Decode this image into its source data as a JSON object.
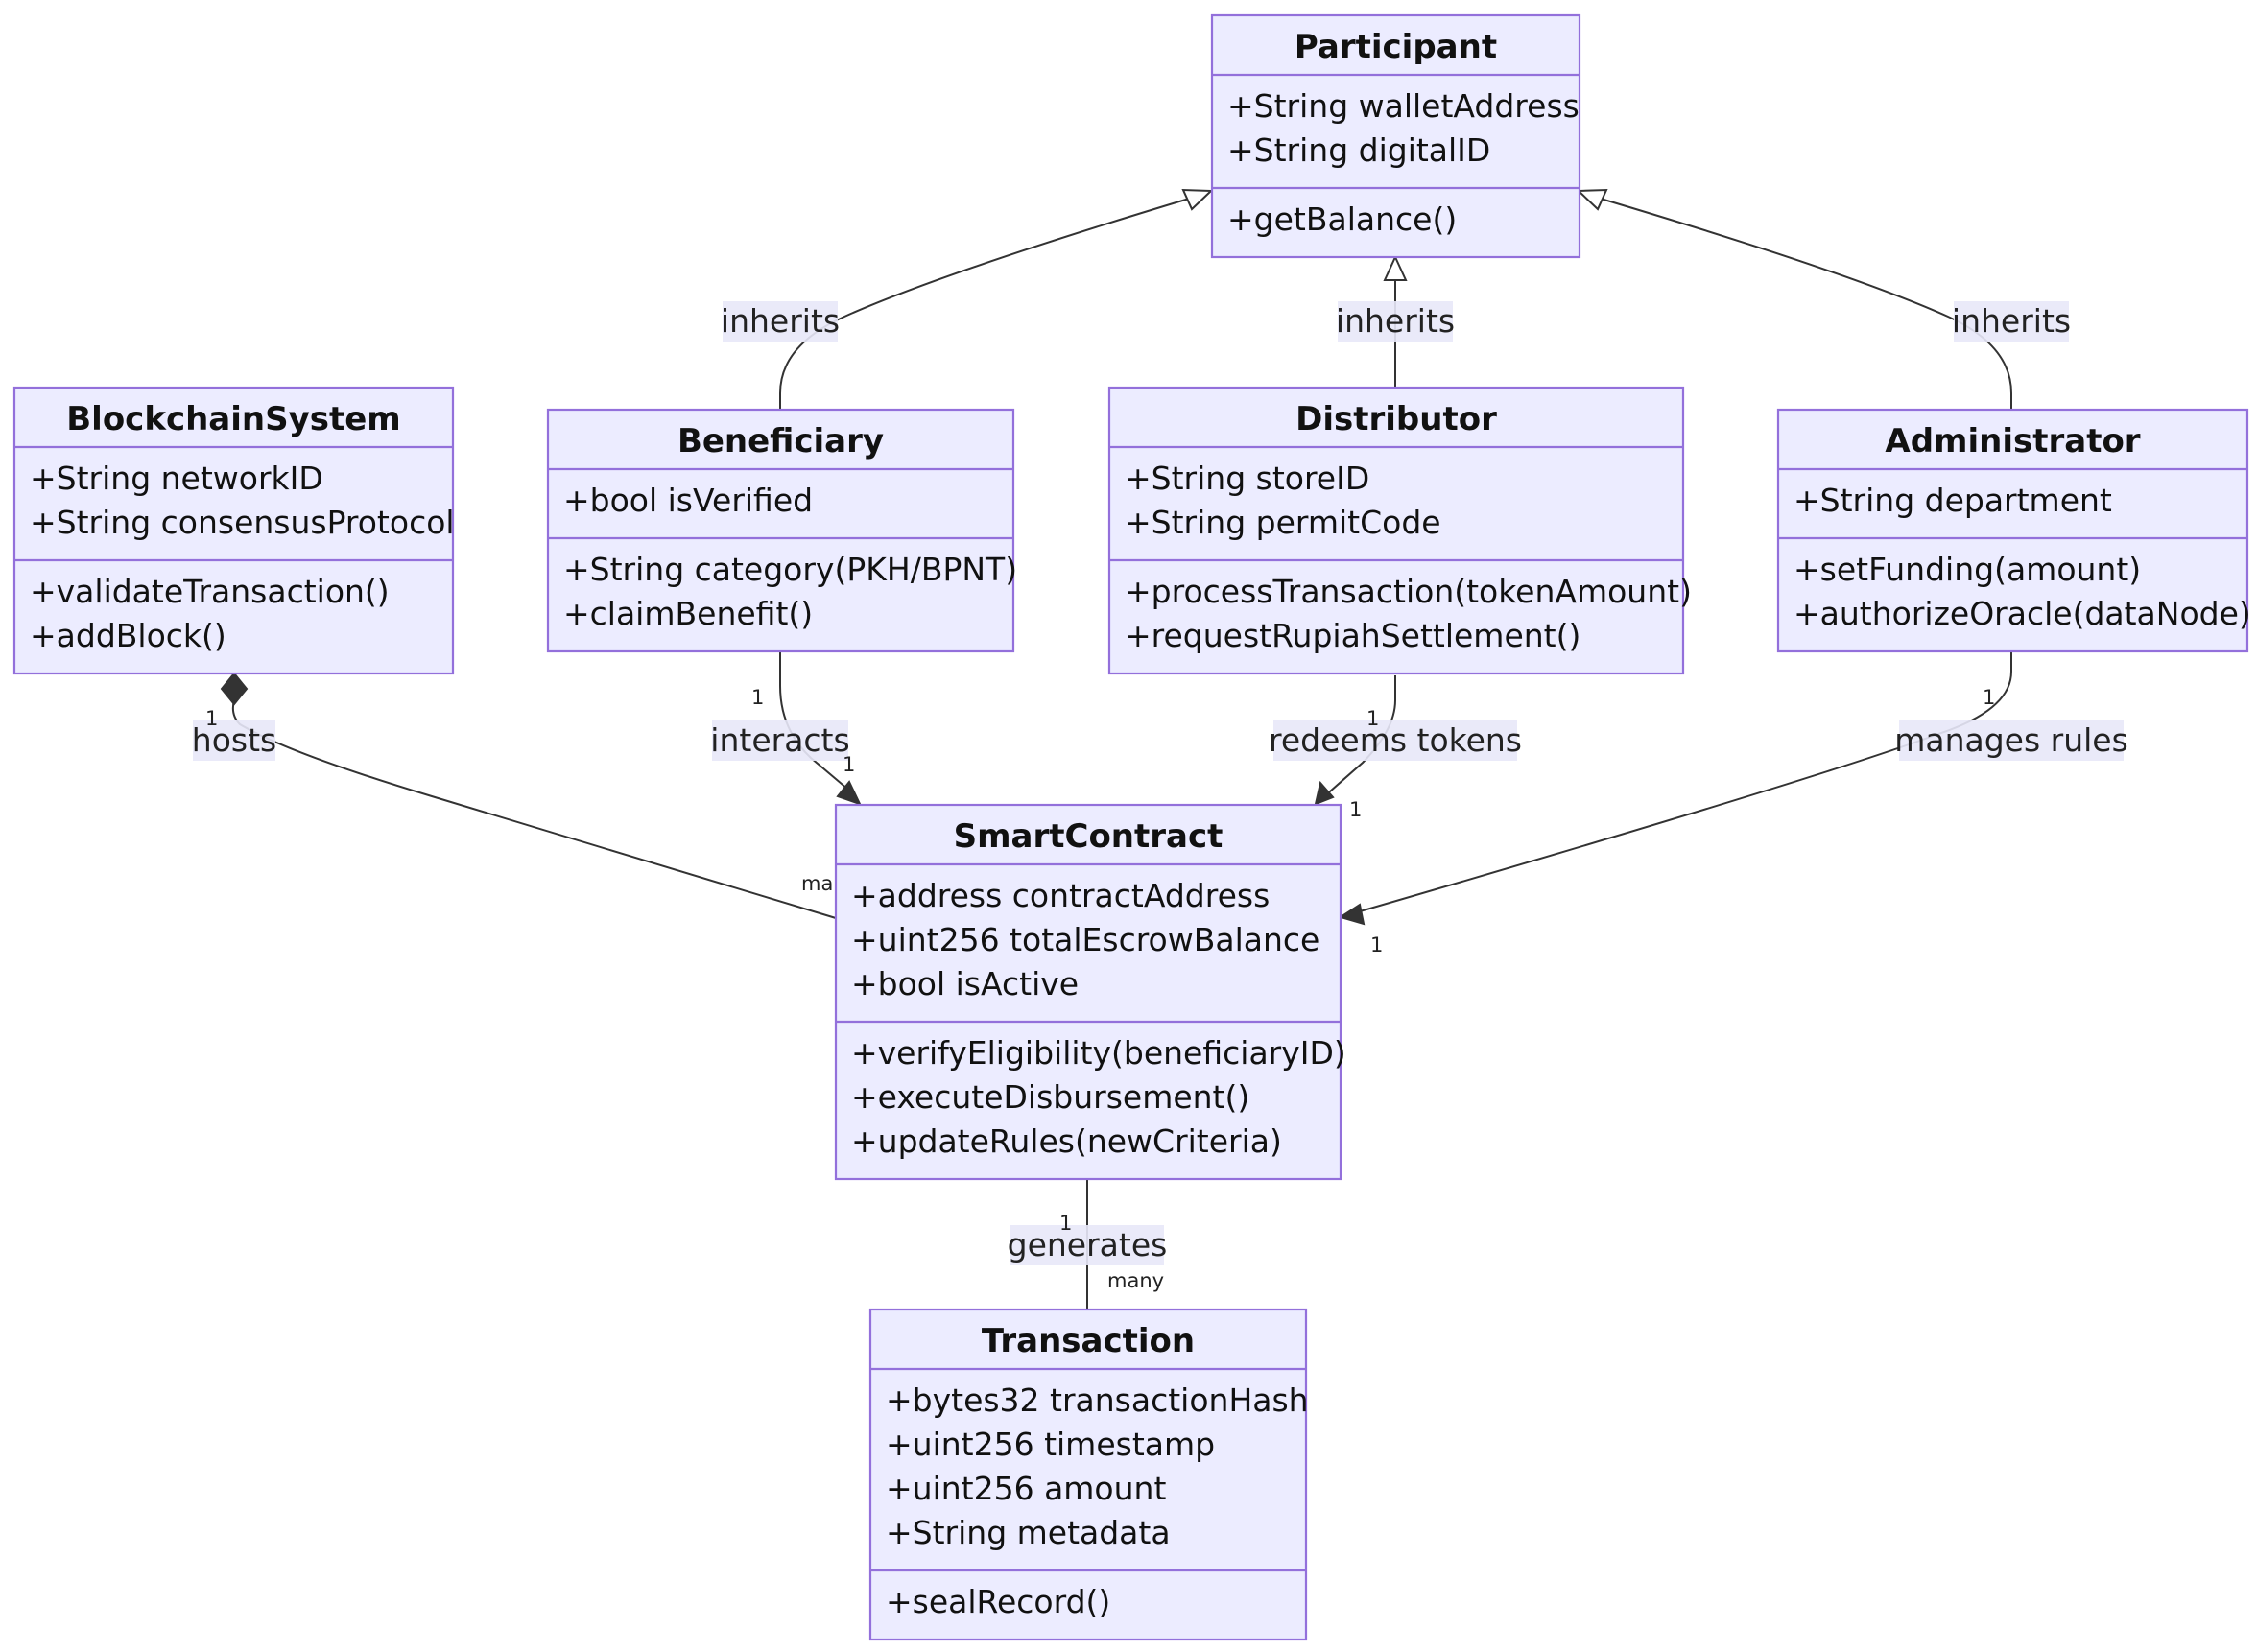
{
  "classes": {
    "participant": {
      "name": "Participant",
      "attributes": [
        "+String walletAddress",
        "+String digitalID"
      ],
      "methods": [
        "+getBalance()"
      ]
    },
    "blockchain": {
      "name": "BlockchainSystem",
      "attributes": [
        "+String networkID",
        "+String consensusProtocol"
      ],
      "methods": [
        "+validateTransaction()",
        "+addBlock()"
      ]
    },
    "beneficiary": {
      "name": "Beneficiary",
      "attributes": [
        "+bool isVerified"
      ],
      "methods": [
        "+String category(PKH/BPNT)",
        "+claimBenefit()"
      ]
    },
    "distributor": {
      "name": "Distributor",
      "attributes": [
        "+String storeID",
        "+String permitCode"
      ],
      "methods": [
        "+processTransaction(tokenAmount)",
        "+requestRupiahSettlement()"
      ]
    },
    "administrator": {
      "name": "Administrator",
      "attributes": [
        "+String department"
      ],
      "methods": [
        "+setFunding(amount)",
        "+authorizeOracle(dataNode)"
      ]
    },
    "smartcontract": {
      "name": "SmartContract",
      "attributes": [
        "+address contractAddress",
        "+uint256 totalEscrowBalance",
        "+bool isActive"
      ],
      "methods": [
        "+verifyEligibility(beneficiaryID)",
        "+executeDisbursement()",
        "+updateRules(newCriteria)"
      ]
    },
    "transaction": {
      "name": "Transaction",
      "attributes": [
        "+bytes32 transactionHash",
        "+uint256 timestamp",
        "+uint256 amount",
        "+String metadata"
      ],
      "methods": [
        "+sealRecord()"
      ]
    }
  },
  "relations": {
    "inherits_beneficiary": {
      "label": "inherits"
    },
    "inherits_distributor": {
      "label": "inherits"
    },
    "inherits_administrator": {
      "label": "inherits"
    },
    "hosts": {
      "label": "hosts",
      "from_card": "1",
      "to_card": "many"
    },
    "interacts": {
      "label": "interacts",
      "from_card": "1",
      "to_card": "1"
    },
    "redeems": {
      "label": "redeems tokens",
      "from_card": "1",
      "to_card": "1"
    },
    "manages": {
      "label": "manages rules",
      "from_card": "1",
      "to_card": "1"
    },
    "generates": {
      "label": "generates",
      "from_card": "1",
      "to_card": "many"
    }
  },
  "colors": {
    "box_fill": "#ECECFF",
    "box_stroke": "#9370DB",
    "line": "#333333"
  }
}
